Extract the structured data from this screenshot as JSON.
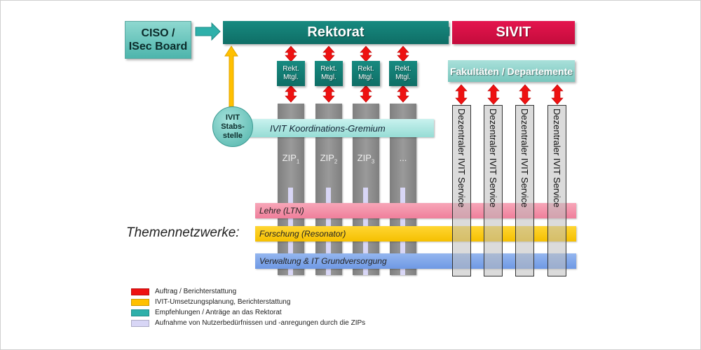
{
  "top": {
    "ciso_label": "CISO / ISec Board",
    "ciso_line1": "CISO /",
    "ciso_line2": "ISec Board",
    "rektorat_label": "Rektorat",
    "sivit_label": "SIVIT",
    "fakultaeten_label": "Fakultäten / Departemente"
  },
  "rektoratsmitglieder": [
    {
      "line1": "Rekt.",
      "line2": "Mtgl."
    },
    {
      "line1": "Rekt.",
      "line2": "Mtgl."
    },
    {
      "line1": "Rekt.",
      "line2": "Mtgl."
    },
    {
      "line1": "Rekt.",
      "line2": "Mtgl."
    }
  ],
  "stabsstelle": {
    "line1": "IVIT",
    "line2": "Stabs-",
    "line3": "stelle"
  },
  "gremium_label": "IVIT  Koordinations-Gremium",
  "zips": [
    {
      "base": "ZIP",
      "sub": "1"
    },
    {
      "base": "ZIP",
      "sub": "2"
    },
    {
      "base": "ZIP",
      "sub": "3"
    },
    {
      "base": "...",
      "sub": ""
    }
  ],
  "dezentral": [
    "Dezentraler IVIT Service",
    "Dezentraler IVIT Service",
    "Dezentraler IVIT Service",
    "Dezentraler IVIT Service"
  ],
  "themennetzwerke": {
    "label": "Themennetzwerke:",
    "items": [
      {
        "label": "Lehre (LTN)",
        "color": "#f28aa3"
      },
      {
        "label": "Forschung (Resonator)",
        "color": "#ffcc00"
      },
      {
        "label": "Verwaltung & IT Grundversorgung",
        "color": "#7ea6ea"
      }
    ]
  },
  "legend": [
    {
      "label": "Auftrag / Berichterstattung",
      "color": "#ee1111"
    },
    {
      "label": "IVIT-Umsetzungsplanung, Berichterstattung",
      "color": "#ffc000"
    },
    {
      "label": "Empfehlungen / Anträge an das Rektorat",
      "color": "#2eb0aa"
    },
    {
      "label": "Aufnahme von Nutzerbedürfnissen und -anregungen durch die ZIPs",
      "color": "#d8d6f6"
    }
  ],
  "colors": {
    "rektorat": "#127a72",
    "sivit": "#d4103f",
    "red_arrow": "#ee1111",
    "yellow_arrow": "#ffc000",
    "teal_arrow": "#2eb0aa"
  }
}
